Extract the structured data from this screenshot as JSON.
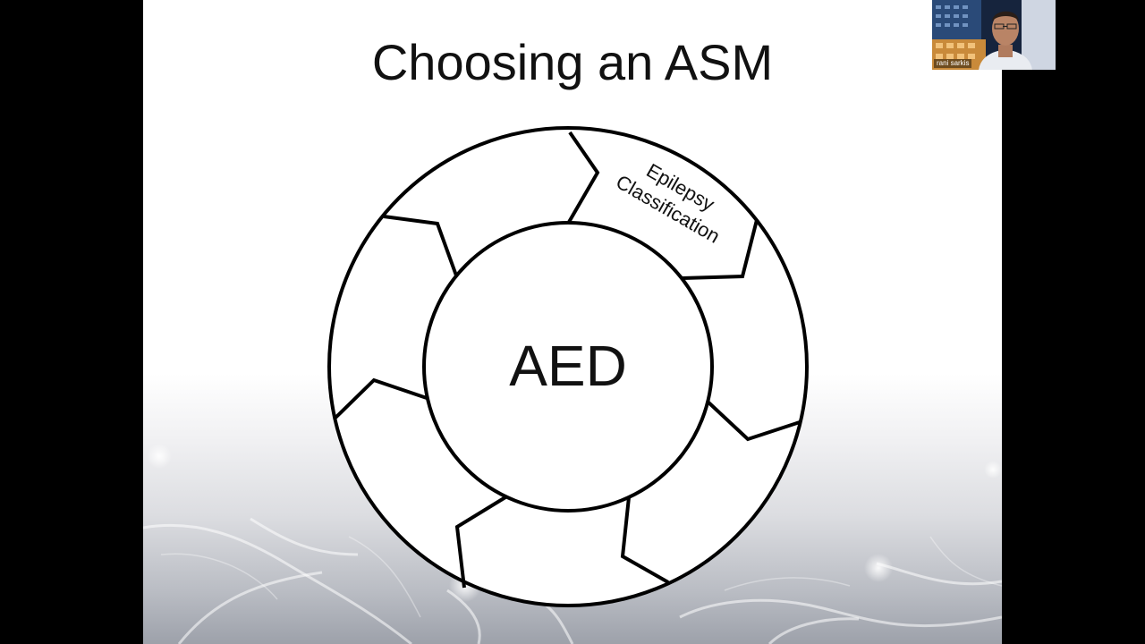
{
  "slide": {
    "title": "Choosing an ASM",
    "center_label": "AED",
    "segments": [
      {
        "line1": "Epilepsy",
        "line2": "Classification"
      }
    ]
  },
  "participant": {
    "name": "rani sarkis"
  },
  "colors": {
    "screen_background": "#000000",
    "slide_background": "#ffffff",
    "stroke": "#000000"
  }
}
